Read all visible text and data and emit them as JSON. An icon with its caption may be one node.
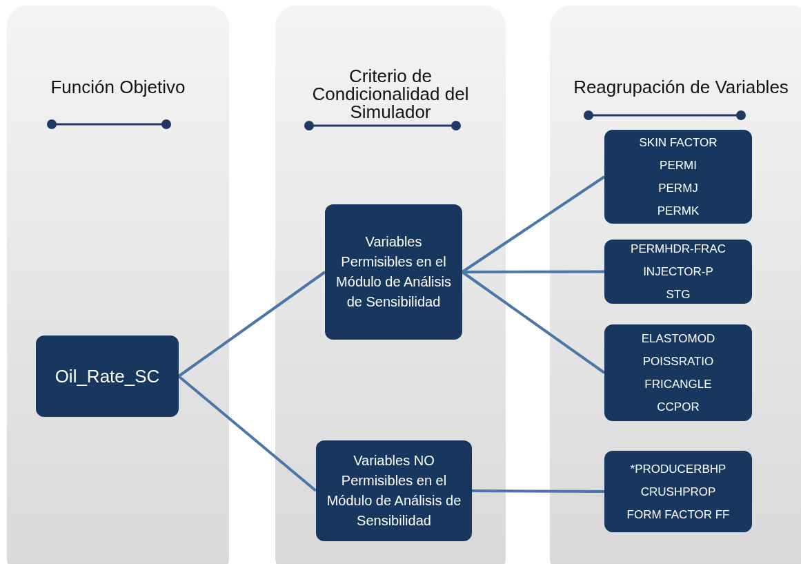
{
  "diagram": {
    "nodes": [
      {
        "text": [
          "Función Objetivo"
        ]
      },
      {
        "text": [
          "Criterio de Condicionalidad del Simulador"
        ]
      },
      {
        "text": [
          "Reagrupación de Variables"
        ]
      },
      {
        "text": [
          "Oil_Rate_SC"
        ],
        "in": 0
      },
      {
        "text": [
          "Variables Permisibles en el Módulo de Análisis de Sensibilidad"
        ],
        "in": 1
      },
      {
        "text": [
          "Variables NO Permisibles en el Módulo de Análisis de Sensibilidad"
        ],
        "in": 1
      },
      {
        "text": [
          "SKIN FACTOR",
          "PERMI",
          "PERMJ",
          "PERMK"
        ],
        "in": 2
      },
      {
        "text": [
          "PERMHDR-FRAC",
          "INJECTOR-P",
          "STG"
        ],
        "in": 2
      },
      {
        "text": [
          "ELASTOMOD",
          "POISSRATIO",
          "FRICANGLE",
          "CCPOR"
        ],
        "in": 2
      },
      {
        "text": [
          "*PRODUCERBHP",
          "CRUSHPROP",
          "FORM FACTOR FF"
        ],
        "in": 2
      }
    ],
    "edges": [
      {
        "from": 3,
        "to": 4,
        "arrow": "none"
      },
      {
        "from": 3,
        "to": 5,
        "arrow": "none"
      },
      {
        "from": 4,
        "to": 6,
        "arrow": "none"
      },
      {
        "from": 4,
        "to": 7,
        "arrow": "none"
      },
      {
        "from": 4,
        "to": 8,
        "arrow": "none"
      },
      {
        "from": 5,
        "to": 9,
        "arrow": "none"
      }
    ]
  }
}
